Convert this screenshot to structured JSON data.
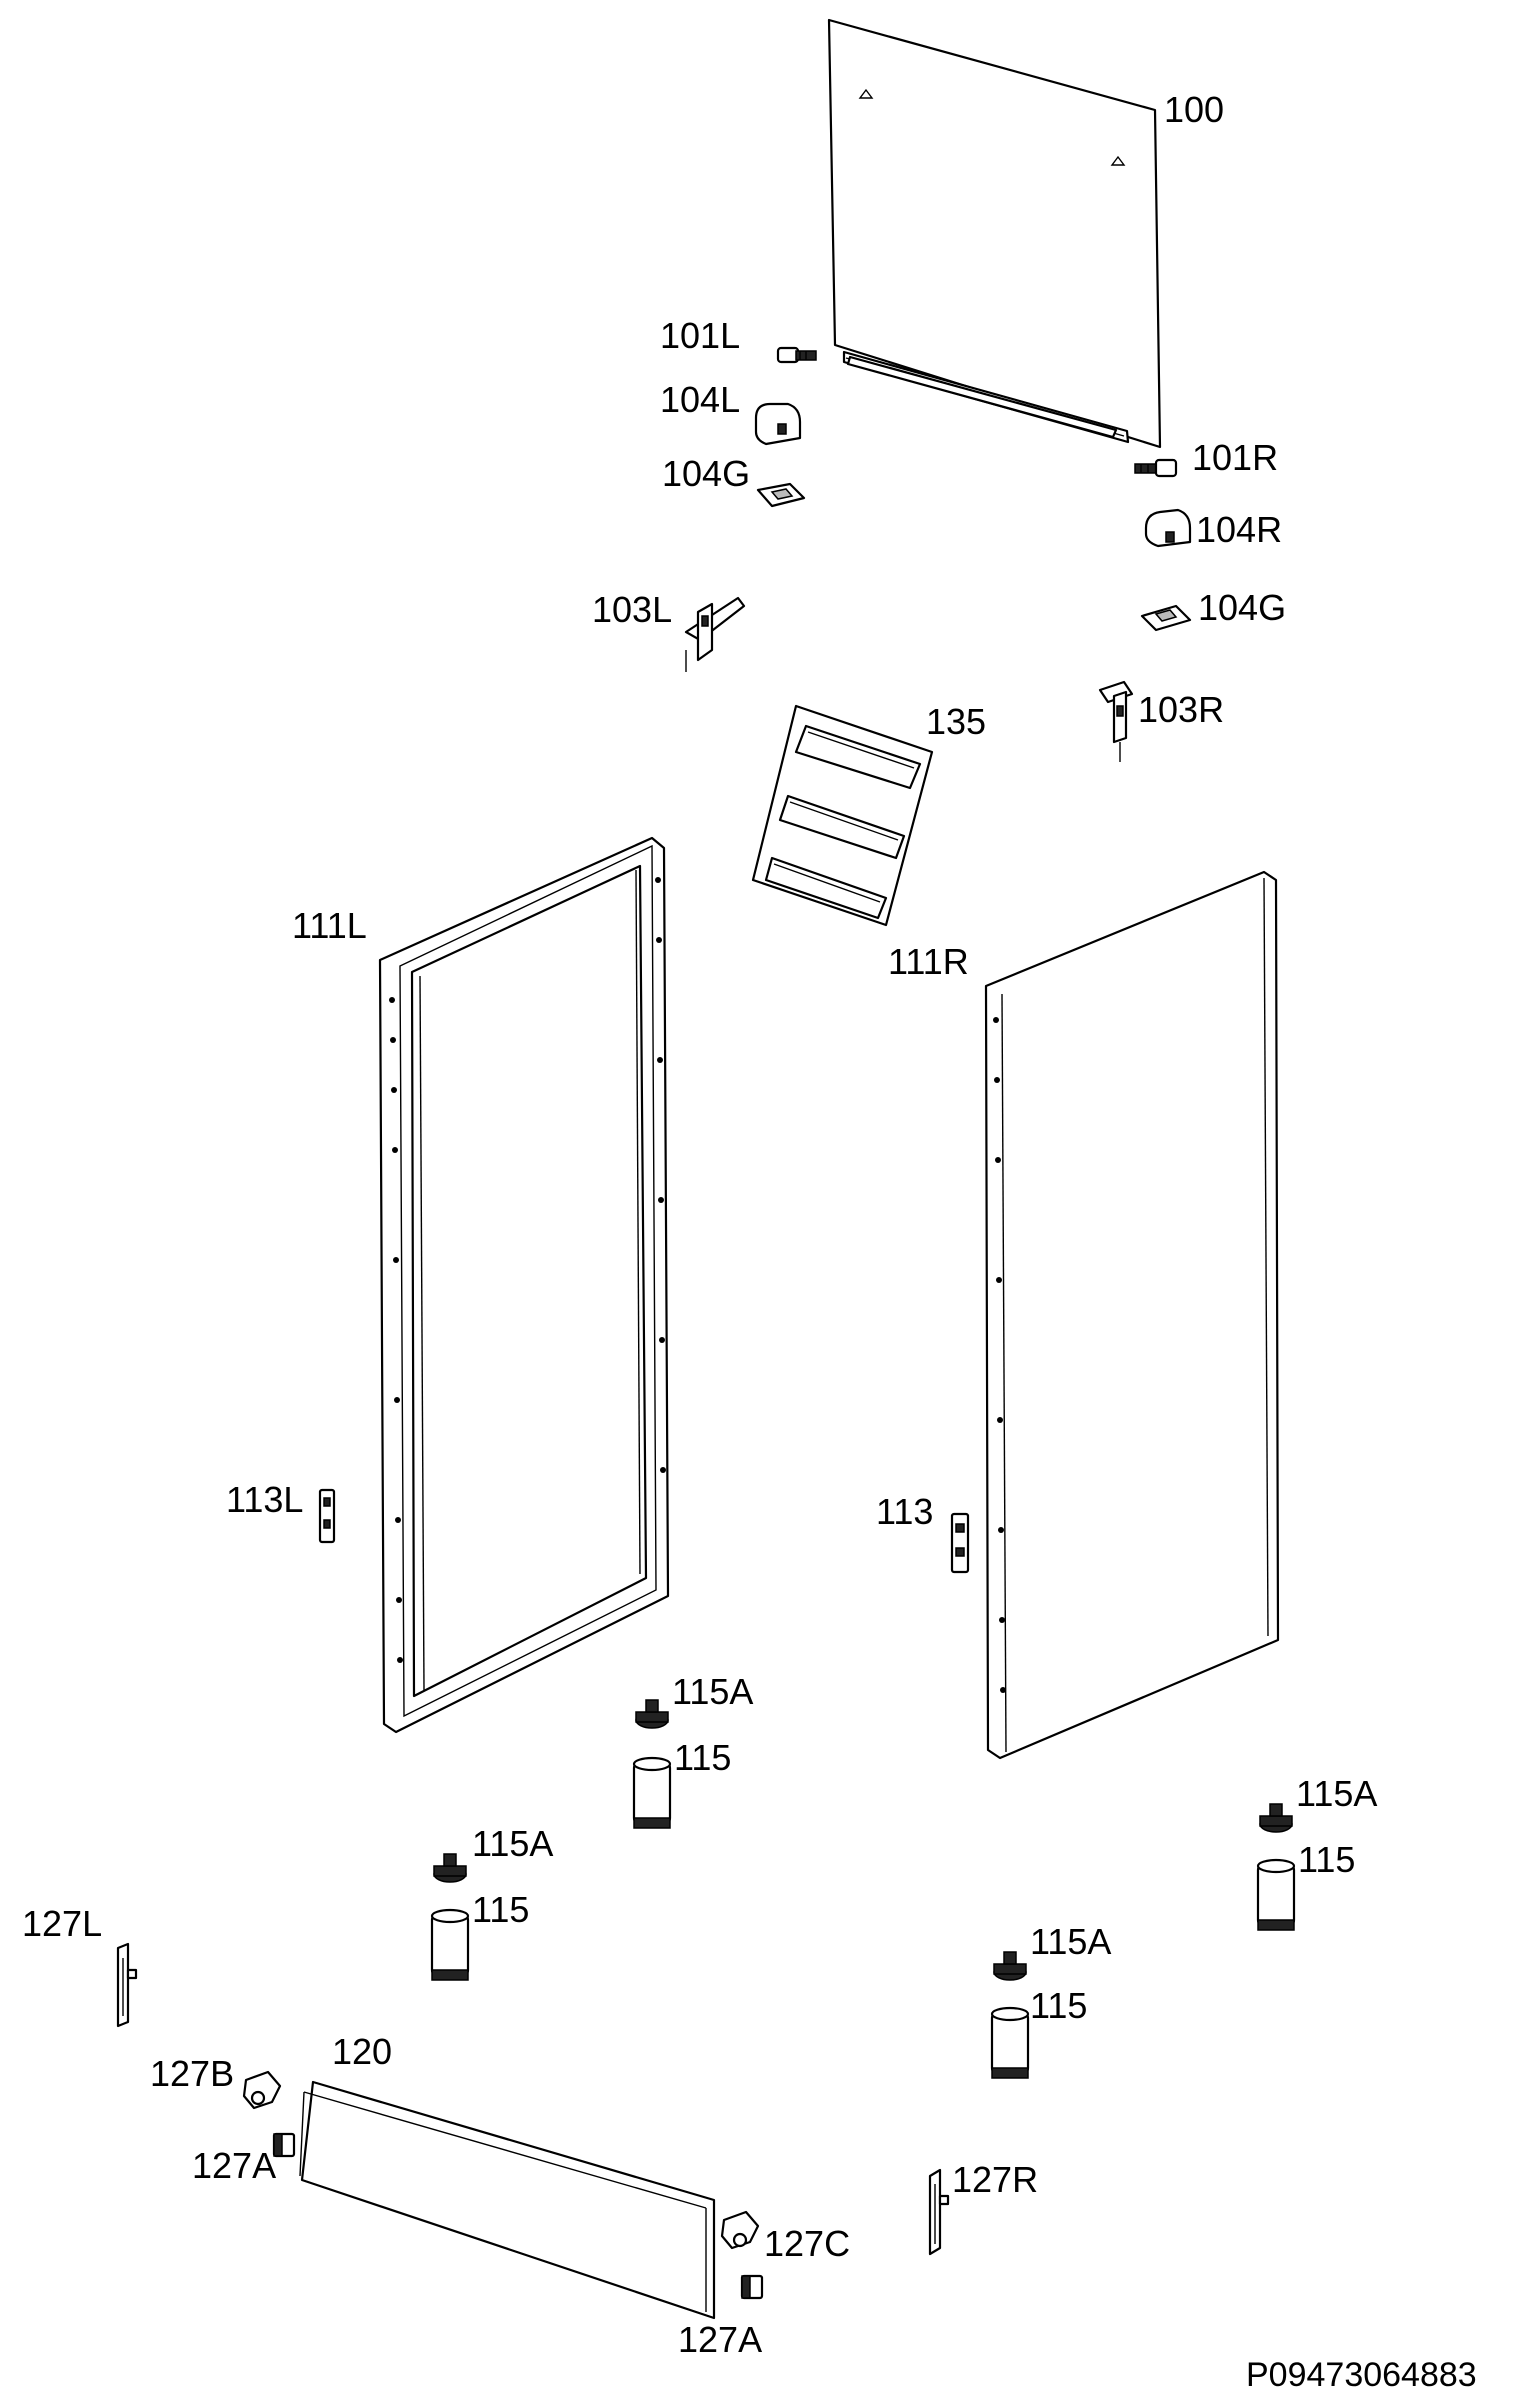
{
  "labels": {
    "p100": "100",
    "p101L": "101L",
    "p104L": "104L",
    "p104G_left": "104G",
    "p101R": "101R",
    "p104R": "104R",
    "p104G_right": "104G",
    "p103L": "103L",
    "p135": "135",
    "p103R": "103R",
    "p111L": "111L",
    "p111R": "111R",
    "p113L": "113L",
    "p113": "113",
    "p115A_1": "115A",
    "p115_1": "115",
    "p115A_2": "115A",
    "p115_2": "115",
    "p115A_3": "115A",
    "p115_3": "115",
    "p115A_4": "115A",
    "p115_4": "115",
    "p127L": "127L",
    "p120": "120",
    "p127B": "127B",
    "p127A_left": "127A",
    "p127R": "127R",
    "p127C": "127C",
    "p127A_right": "127A"
  },
  "drawing_code": "P09473064883"
}
